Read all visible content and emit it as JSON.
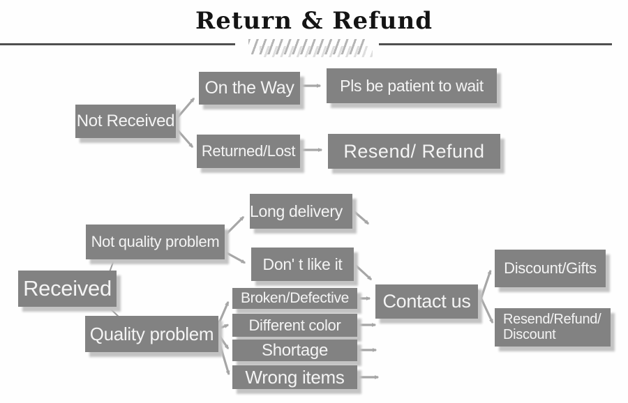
{
  "title": "Return & Refund",
  "nodes": {
    "not_received": "Not Received",
    "on_the_way": "On the Way",
    "pls_wait": "Pls be patient to wait",
    "returned_lost": "Returned/Lost",
    "resend_refund": "Resend/ Refund",
    "received": "Received",
    "not_quality_problem": "Not quality problem",
    "long_delivery": "Long delivery",
    "dont_like_it": "Don' t like it",
    "quality_problem": "Quality problem",
    "broken_defective": "Broken/Defective",
    "different_color": "Different color",
    "shortage": "Shortage",
    "wrong_items": "Wrong items",
    "contact_us": "Contact us",
    "discount_gifts": "Discount/Gifts",
    "resend_refund_discount": [
      "Resend/Refund/",
      "Discount"
    ]
  },
  "edges": [
    {
      "from": "not_received",
      "to": "on_the_way"
    },
    {
      "from": "not_received",
      "to": "returned_lost"
    },
    {
      "from": "on_the_way",
      "to": "pls_wait"
    },
    {
      "from": "returned_lost",
      "to": "resend_refund"
    },
    {
      "from": "received",
      "to": "not_quality_problem"
    },
    {
      "from": "received",
      "to": "quality_problem"
    },
    {
      "from": "not_quality_problem",
      "to": "long_delivery"
    },
    {
      "from": "not_quality_problem",
      "to": "dont_like_it"
    },
    {
      "from": "long_delivery",
      "to": null
    },
    {
      "from": "dont_like_it",
      "to": "contact_us"
    },
    {
      "from": "quality_problem",
      "to": "broken_defective"
    },
    {
      "from": "quality_problem",
      "to": "different_color"
    },
    {
      "from": "quality_problem",
      "to": "shortage"
    },
    {
      "from": "quality_problem",
      "to": "wrong_items"
    },
    {
      "from": "broken_defective",
      "to": "contact_us"
    },
    {
      "from": "different_color",
      "to": null
    },
    {
      "from": "shortage",
      "to": null
    },
    {
      "from": "wrong_items",
      "to": null
    },
    {
      "from": "contact_us",
      "to": "discount_gifts"
    },
    {
      "from": "contact_us",
      "to": "resend_refund_discount"
    }
  ],
  "colors": {
    "box_fill": "#828282",
    "box_text": "#f4f4f4",
    "box_shadow": "#c3c3c3",
    "arrow": "#a6a6a6",
    "connector_line": "#9a9a9a",
    "title_text": "#141414",
    "title_rule": "#4f4f4f",
    "hatch_dark": "#b5b5b5",
    "hatch_light": "#dedede",
    "background": "#fefefe"
  }
}
